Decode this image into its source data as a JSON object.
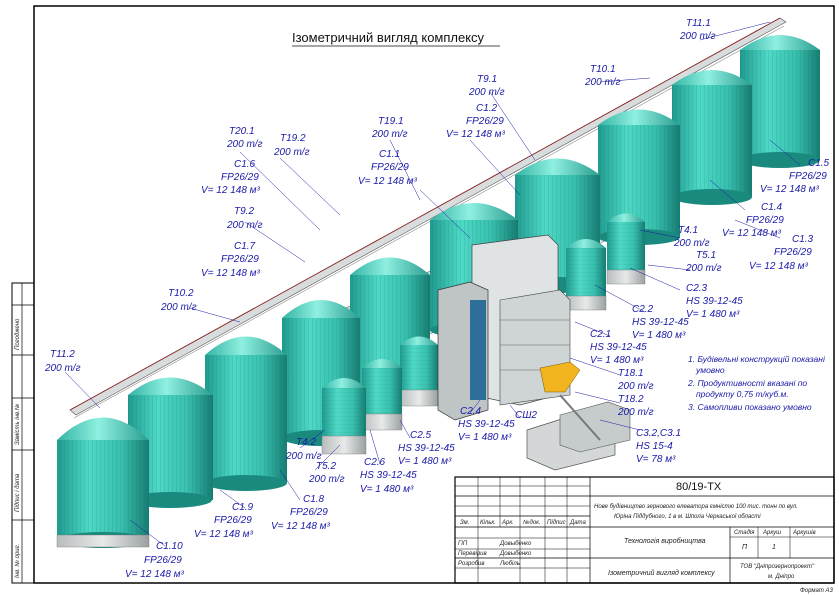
{
  "title": "Ізометричний вигляд комплексу",
  "conveyors": [
    {
      "id": "T11.1",
      "cap": "200 т/г"
    },
    {
      "id": "T10.1",
      "cap": "200 т/г"
    },
    {
      "id": "T9.1",
      "cap": "200 т/г"
    },
    {
      "id": "T19.1",
      "cap": "200 т/г"
    },
    {
      "id": "T20.1",
      "cap": "200 т/г"
    },
    {
      "id": "T19.2",
      "cap": "200 т/г"
    },
    {
      "id": "T9.2",
      "cap": "200 т/г"
    },
    {
      "id": "T10.2",
      "cap": "200 т/г"
    },
    {
      "id": "T11.2",
      "cap": "200 т/г"
    },
    {
      "id": "T4.1",
      "cap": "200 т/г"
    },
    {
      "id": "T5.1",
      "cap": "200 т/г"
    },
    {
      "id": "T4.2",
      "cap": "200 т/г"
    },
    {
      "id": "T5.2",
      "cap": "200 т/г"
    },
    {
      "id": "T18.1",
      "cap": "200 т/г"
    },
    {
      "id": "T18.2",
      "cap": "200 т/г"
    }
  ],
  "silos_large": [
    {
      "id": "C1.2",
      "type": "FP26/29",
      "vol": "V= 12 148 м³"
    },
    {
      "id": "C1.1",
      "type": "FP26/29",
      "vol": "V= 12 148 м³"
    },
    {
      "id": "C1.6",
      "type": "FP26/29",
      "vol": "V= 12 148 м³"
    },
    {
      "id": "C1.7",
      "type": "FP26/29",
      "vol": "V= 12 148 м³"
    },
    {
      "id": "C1.5",
      "type": "FP26/29",
      "vol": "V= 12 148 м³"
    },
    {
      "id": "C1.4",
      "type": "FP26/29",
      "vol": "V= 12 148 м³"
    },
    {
      "id": "C1.3",
      "type": "FP26/29",
      "vol": "V= 12 148 м³"
    },
    {
      "id": "C1.9",
      "type": "FP26/29",
      "vol": "V= 12 148 м³"
    },
    {
      "id": "C1.8",
      "type": "FP26/29",
      "vol": "V= 12 148 м³"
    },
    {
      "id": "C1.10",
      "type": "FP26/29",
      "vol": "V= 12 148 м³"
    }
  ],
  "silos_small": [
    {
      "id": "C2.3",
      "type": "HS 39-12-45",
      "vol": "V= 1 480 м³"
    },
    {
      "id": "C2.2",
      "type": "HS 39-12-45",
      "vol": "V= 1 480 м³"
    },
    {
      "id": "C2.1",
      "type": "HS 39-12-45",
      "vol": "V= 1 480 м³"
    },
    {
      "id": "C2.4",
      "type": "HS 39-12-45",
      "vol": "V= 1 480 м³"
    },
    {
      "id": "C2.5",
      "type": "HS 39-12-45",
      "vol": "V= 1 480 м³"
    },
    {
      "id": "C2.6",
      "type": "HS 39-12-45",
      "vol": "V= 1 480 м³"
    }
  ],
  "other": {
    "tower": "СШ2",
    "bunker_id": "C3.2,C3.1",
    "bunker_type": "HS 15-4",
    "bunker_vol": "V= 78 м³"
  },
  "notes": [
    "1. Будівельні конструкцій показані",
    "умовно",
    "2. Продуктивності вказані по",
    "продукту 0,75 т/куб.м.",
    "3. Самопливи показано умовно"
  ],
  "stamp": {
    "code": "80/19-ТХ",
    "desc1": "Нове будівництво зернового елеватора ємністю 100 тис. тонн по вул.",
    "desc2": "Юріна Піддубного, 1 в м. Шпола Черкаської області",
    "rev_headers": [
      "Зм.",
      "Кільк.",
      "Арк.",
      "№док.",
      "Підпис",
      "Дата"
    ],
    "roles": [
      "ГІП",
      "Перевірив",
      "Розробив"
    ],
    "names": [
      "Довыбенко",
      "Довыбенко",
      "Любіль"
    ],
    "section": "Технологія виробництва",
    "stage_h": "Стадія",
    "sheet_h": "Аркуш",
    "sheets_h": "Аркушів",
    "stage": "П",
    "sheet": "1",
    "drawing": "Ізометричний вигляд комплексу",
    "org1": "ТОВ \"Дніпрозернопроект\"",
    "org2": "м. Дніпро",
    "format": "Формат А3"
  },
  "side": [
    "Інв. № ориг.",
    "Підпис і дата",
    "Замість інв.№",
    "Погоджено"
  ]
}
